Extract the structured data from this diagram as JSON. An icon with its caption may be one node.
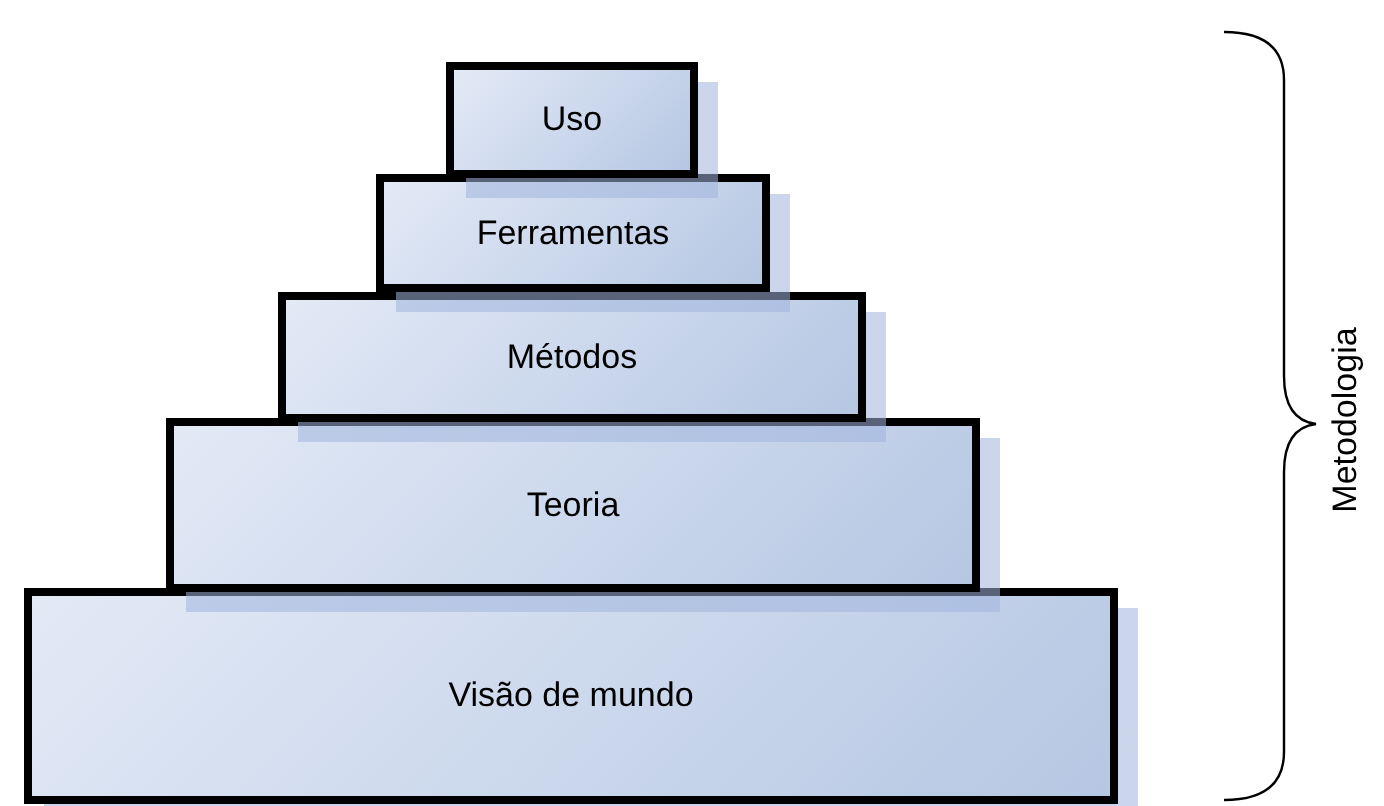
{
  "diagram": {
    "nodes": [
      {
        "text": [
          "Uso"
        ]
      },
      {
        "text": [
          "Ferramentas"
        ]
      },
      {
        "text": [
          "Métodos"
        ]
      },
      {
        "text": [
          "Teoria"
        ]
      },
      {
        "text": [
          "Visão de mundo"
        ]
      }
    ],
    "labels": [
      "Metodologia"
    ]
  }
}
